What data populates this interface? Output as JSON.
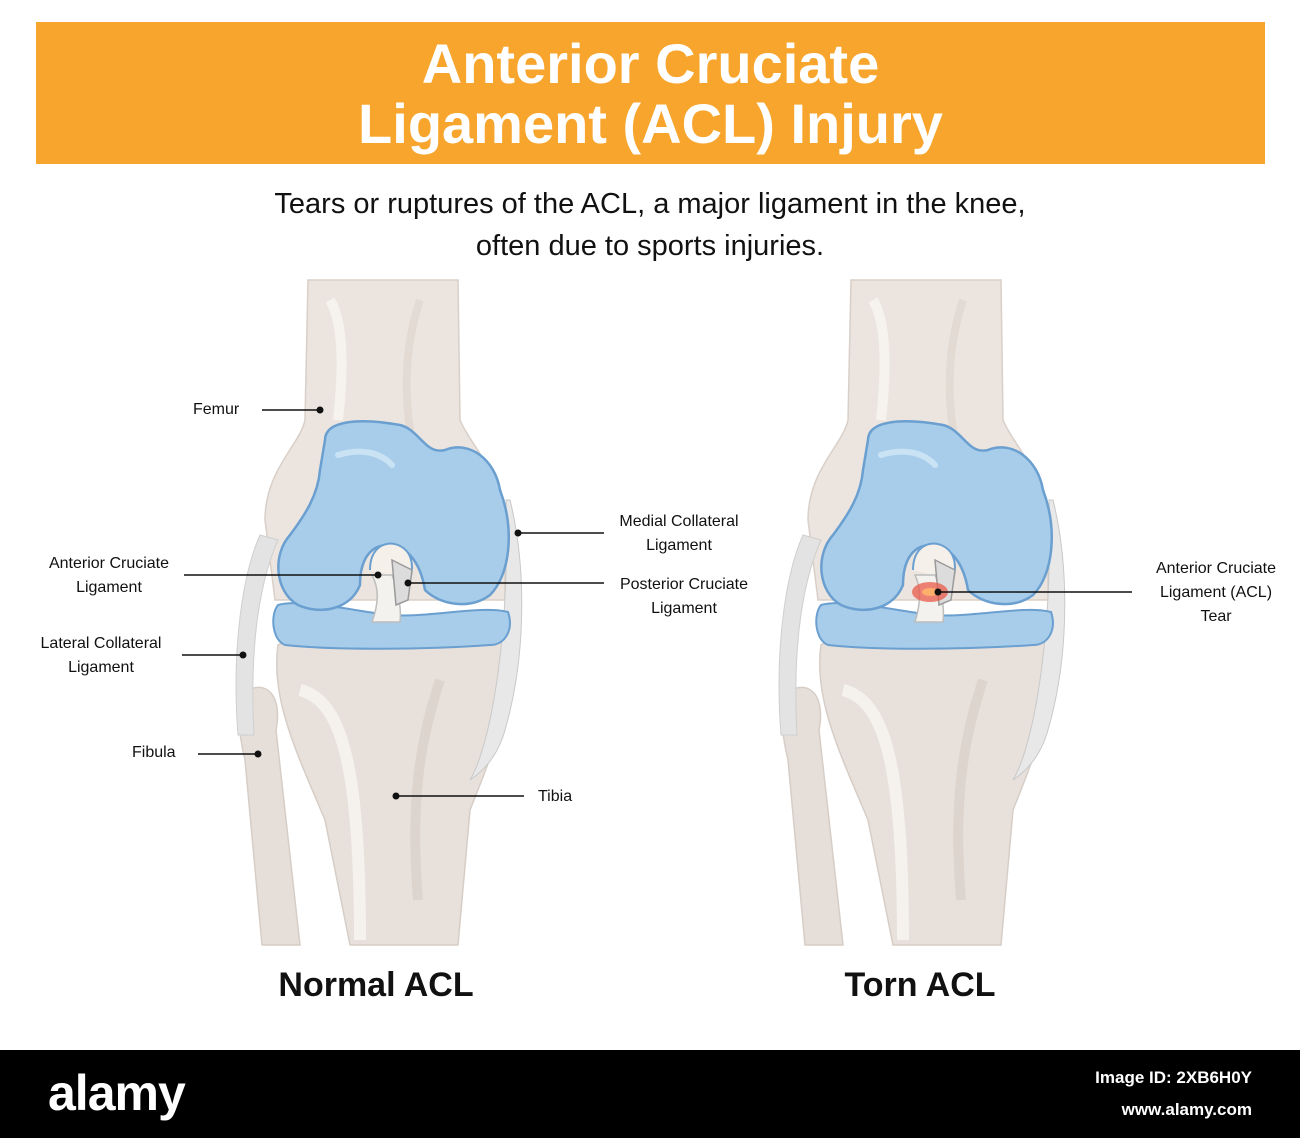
{
  "header": {
    "title_line1": "Anterior Cruciate",
    "title_line2": "Ligament (ACL) Injury",
    "subtitle_line1": "Tears or ruptures of the ACL, a major ligament in the knee,",
    "subtitle_line2": "often due to sports injuries."
  },
  "normal_knee": {
    "caption": "Normal ACL",
    "labels": {
      "femur": "Femur",
      "acl_1": "Anterior Cruciate",
      "acl_2": "Ligament",
      "lcl_1": "Lateral Collateral",
      "lcl_2": "Ligament",
      "fibula": "Fibula",
      "mcl_1": "Medial Collateral",
      "mcl_2": "Ligament",
      "pcl_1": "Posterior Cruciate",
      "pcl_2": "Ligament",
      "tibia": "Tibia"
    }
  },
  "torn_knee": {
    "caption": "Torn ACL",
    "labels": {
      "tear_1": "Anterior Cruciate",
      "tear_2": "Ligament (ACL)",
      "tear_3": "Tear"
    }
  },
  "footer": {
    "brand": "alamy",
    "image_id": "Image ID: 2XB6H0Y",
    "url": "www.alamy.com"
  },
  "colors": {
    "banner": "#f7a52c",
    "cartilage": "#a7cdea",
    "cartilage_stroke": "#6a9fd0",
    "bone": "#eae3dd",
    "tear": "#e85a4a"
  }
}
